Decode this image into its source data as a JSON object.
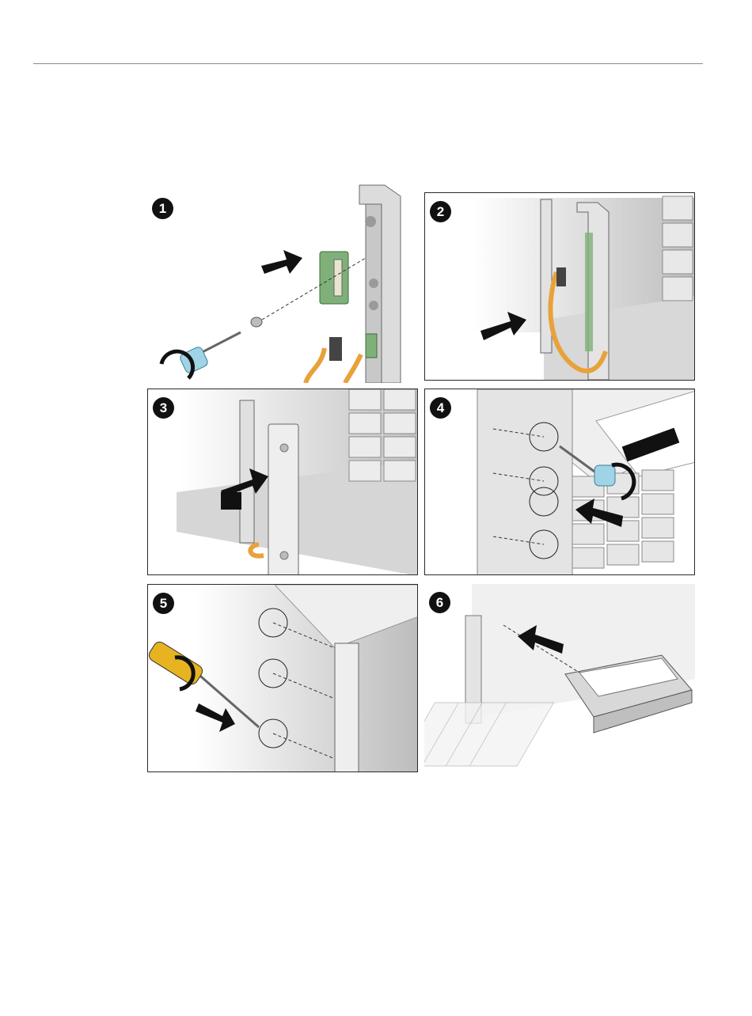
{
  "figure": {
    "steps": [
      {
        "number": "1"
      },
      {
        "number": "2"
      },
      {
        "number": "3"
      },
      {
        "number": "4"
      },
      {
        "number": "5"
      },
      {
        "number": "6"
      }
    ]
  },
  "colors": {
    "chassis_gray": "#d9d9d9",
    "board_green": "#7fb07a",
    "cable_orange": "#e8a23a",
    "screwdriver_blue": "#9fd3e6",
    "screwdriver_yellow": "#e7b321",
    "arrow_black": "#111111"
  },
  "icons": [
    "screwdriver-icon",
    "arrow-icon",
    "cable-icon",
    "drive-icon",
    "bracket-icon"
  ]
}
